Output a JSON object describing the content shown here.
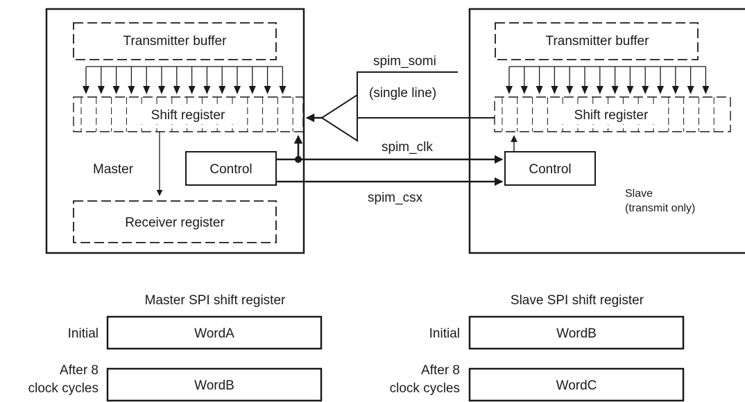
{
  "master": {
    "transmitter_label": "Transmitter buffer",
    "shift_label": "Shift register",
    "side_label": "Master",
    "control_label": "Control",
    "receiver_label": "Receiver register"
  },
  "slave": {
    "transmitter_label": "Transmitter buffer",
    "shift_label": "Shift register",
    "control_label": "Control",
    "side_label_line1": "Slave",
    "side_label_line2": "(transmit only)"
  },
  "signals": {
    "somi": "spim_somi",
    "somi_note": "(single line)",
    "clk": "spim_clk",
    "csx": "spim_csx"
  },
  "tables": {
    "master": {
      "title": "Master SPI shift register",
      "rows": [
        {
          "label_lines": [
            "Initial"
          ],
          "value": "WordA"
        },
        {
          "label_lines": [
            "After 8",
            "clock cycles"
          ],
          "value": "WordB"
        }
      ]
    },
    "slave": {
      "title": "Slave SPI shift register",
      "rows": [
        {
          "label_lines": [
            "Initial"
          ],
          "value": "WordB"
        },
        {
          "label_lines": [
            "After 8",
            "clock cycles"
          ],
          "value": "WordC"
        }
      ]
    }
  }
}
